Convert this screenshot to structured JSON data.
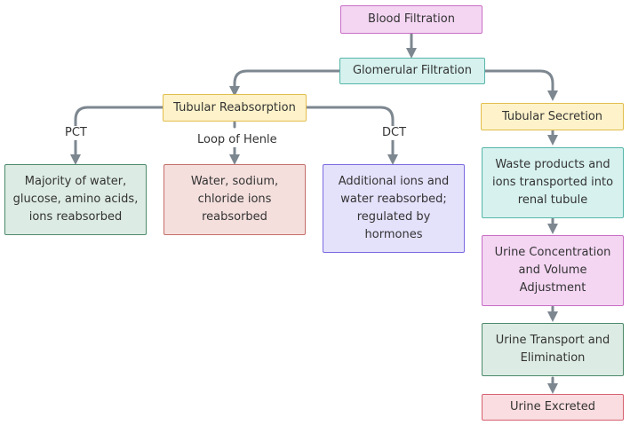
{
  "nodes": {
    "blood_filtration": "Blood Filtration",
    "glomerular_filtration": "Glomerular Filtration",
    "tubular_reabsorption": "Tubular Reabsorption",
    "tubular_secretion": "Tubular Secretion",
    "pct_result": "Majority of water, glucose, amino acids, ions reabsorbed",
    "loop_result": "Water, sodium, chloride ions reabsorbed",
    "dct_result": "Additional ions and water reabsorbed; regulated by hormones",
    "waste_transport": "Waste products and ions transported into renal tubule",
    "urine_concentration": "Urine Concentration and Volume Adjustment",
    "urine_transport": "Urine Transport and Elimination",
    "urine_excreted": "Urine Excreted"
  },
  "edge_labels": {
    "pct": "PCT",
    "loop": "Loop of Henle",
    "dct": "DCT"
  },
  "colors": {
    "edge": "#7d8790",
    "pink": "#f4d6f3",
    "cyan": "#d6f1ee",
    "yellow": "#fdf2c9",
    "green": "#dcebe3",
    "red": "#f4dfdd",
    "violet": "#e4e1fb",
    "rose": "#f9dde0"
  }
}
